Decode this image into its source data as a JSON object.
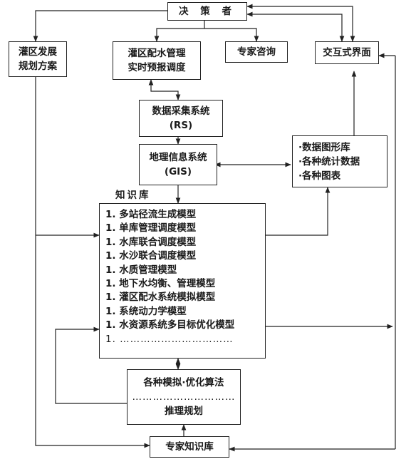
{
  "nodes": {
    "decision_maker": "决 策 者",
    "irrigation_plan": [
      "灌区发展",
      "规划方案"
    ],
    "realtime_dispatch": [
      "灌区配水管理",
      "实时预报调度"
    ],
    "expert_consult": "专家咨询",
    "interactive_ui": "交互式界面",
    "data_acquisition": [
      "数据采集系统",
      "(RS)"
    ],
    "gis": [
      "地理信息系统",
      "(GIS)"
    ],
    "graphics_db": [
      "·数据图形库",
      "·各种统计数据",
      "·各种图表"
    ],
    "knowledge_base_label": "知识库",
    "models": [
      "1. 多站径流生成模型",
      "1. 单库管理调度模型",
      "1. 水库联合调度模型",
      "1. 水沙联合调度模型",
      "1. 水质管理模型",
      "1. 地下水均衡、管理模型",
      "1. 灌区配水系统模拟模型",
      "1. 系统动力学模型",
      "1. 水资源系统多目标优化模型",
      "1. ……………………………"
    ],
    "algorithms": [
      "各种模拟·优化算法",
      "…………………………",
      "推理规划"
    ],
    "expert_kb": "专家知识库"
  }
}
